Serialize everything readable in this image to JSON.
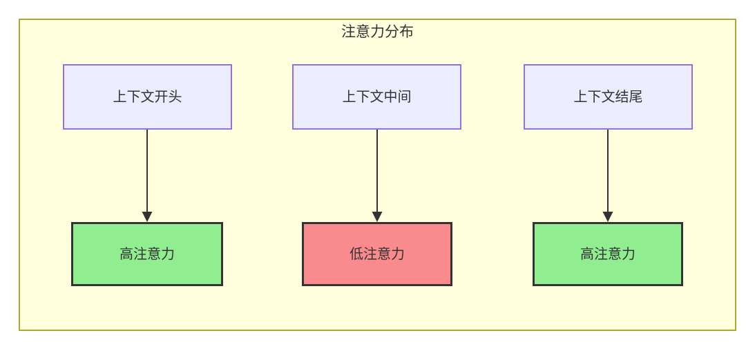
{
  "diagram": {
    "title": "注意力分布",
    "top_nodes": [
      {
        "id": "context-start",
        "label": "上下文开头"
      },
      {
        "id": "context-middle",
        "label": "上下文中间"
      },
      {
        "id": "context-end",
        "label": "上下文结尾"
      }
    ],
    "bottom_nodes": [
      {
        "id": "high-attention-1",
        "label": "高注意力",
        "level": "high"
      },
      {
        "id": "low-attention",
        "label": "低注意力",
        "level": "low"
      },
      {
        "id": "high-attention-2",
        "label": "高注意力",
        "level": "high"
      }
    ],
    "edges": [
      {
        "from": "上下文开头",
        "to": "高注意力"
      },
      {
        "from": "上下文中间",
        "to": "低注意力"
      },
      {
        "from": "上下文结尾",
        "to": "高注意力"
      }
    ],
    "colors": {
      "cluster_fill": "#ffffde",
      "cluster_border": "#aaaa33",
      "node_fill": "#ececff",
      "node_border": "#9370db",
      "high_fill": "#90ee90",
      "low_fill": "#f98a8e",
      "result_border": "#333333",
      "arrow": "#333333",
      "text": "#333333"
    }
  }
}
